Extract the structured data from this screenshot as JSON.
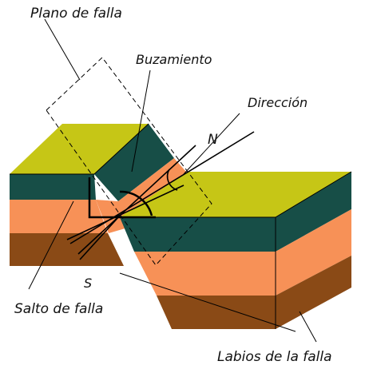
{
  "labels": {
    "fault_plane": "Plano de falla",
    "dip": "Buzamiento",
    "strike": "Dirección",
    "north": "N",
    "south": "S",
    "fault_throw": "Salto de falla",
    "fault_walls": "Labios de la falla"
  },
  "colors": {
    "top": "#c6c616",
    "top_dark": "#a8a814",
    "teal": "#174e47",
    "orange": "#f79157",
    "orange_dark": "#e07a43",
    "brown": "#8a4a16",
    "line": "#000000"
  }
}
